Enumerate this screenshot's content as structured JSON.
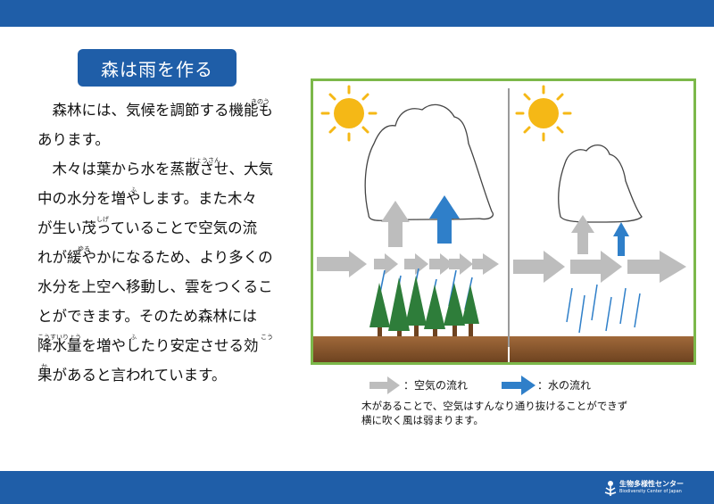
{
  "slide": {
    "title": "森は雨を作る",
    "paragraphs": [
      "森林には、気候を調節する機能も",
      "あります。",
      "木々は葉から水を蒸散させ、大気",
      "中の水分を増やします。また木々",
      "が生い茂っていることで空気の流",
      "れが緩やかになるため、より多くの",
      "水分を上空へ移動し、雲をつくるこ",
      "とができます。そのため森林には",
      "降水量を増やしたり安定させる効",
      "果があると言われています。"
    ],
    "rubies": {
      "kinou": "きのう",
      "jousan": "じょうさん",
      "fu1": "ふ",
      "shige": "しげ",
      "yuru": "ゆる",
      "kousuiryou": "こうすいりょう",
      "fu2": "ふ",
      "kou": "こう",
      "ka": "か"
    },
    "legend": {
      "air": "：空気の流れ",
      "water": "：水の流れ"
    },
    "caption": [
      "木があることで、空気はすんなり通り抜けることができず",
      "横に吹く風は弱まります。"
    ],
    "logo": {
      "name": "生物多様性センター",
      "sub": "Biodiversity Center of Japan"
    }
  },
  "colors": {
    "bar": "#1f5ea8",
    "frame": "#7cb84a",
    "air_arrow": "#bdbdbd",
    "water_arrow": "#2f7fc9",
    "sun": "#f5b816",
    "ground": "#8b5a2b",
    "tree": "#2e7d3a"
  }
}
